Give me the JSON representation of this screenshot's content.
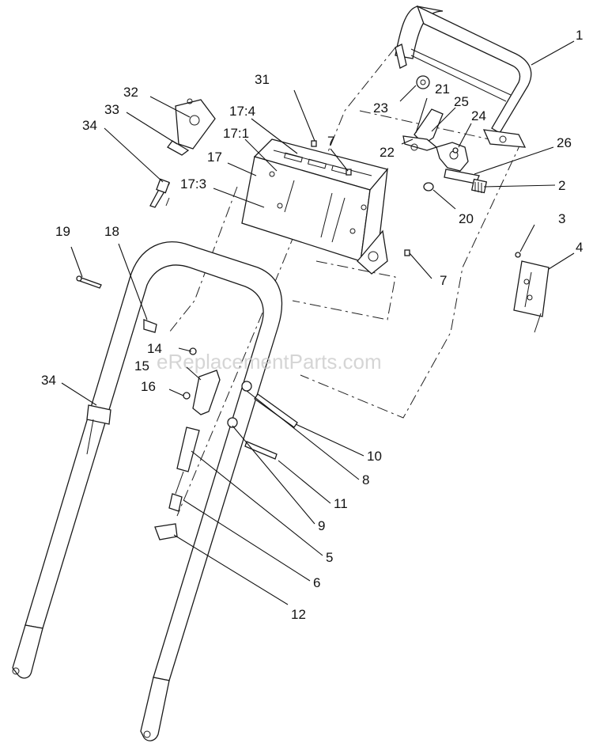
{
  "watermark": "eReplacementParts.com",
  "callouts": [
    {
      "id": "c1",
      "text": "1"
    },
    {
      "id": "c2",
      "text": "2"
    },
    {
      "id": "c3",
      "text": "3"
    },
    {
      "id": "c4",
      "text": "4"
    },
    {
      "id": "c5",
      "text": "5"
    },
    {
      "id": "c6",
      "text": "6"
    },
    {
      "id": "c7a",
      "text": "7"
    },
    {
      "id": "c7b",
      "text": "7"
    },
    {
      "id": "c8",
      "text": "8"
    },
    {
      "id": "c9",
      "text": "9"
    },
    {
      "id": "c10",
      "text": "10"
    },
    {
      "id": "c11",
      "text": "11"
    },
    {
      "id": "c12",
      "text": "12"
    },
    {
      "id": "c14",
      "text": "14"
    },
    {
      "id": "c15",
      "text": "15"
    },
    {
      "id": "c16",
      "text": "16"
    },
    {
      "id": "c17",
      "text": "17"
    },
    {
      "id": "c17_1",
      "text": "17:1"
    },
    {
      "id": "c17_3",
      "text": "17:3"
    },
    {
      "id": "c17_4",
      "text": "17:4"
    },
    {
      "id": "c18",
      "text": "18"
    },
    {
      "id": "c19",
      "text": "19"
    },
    {
      "id": "c20",
      "text": "20"
    },
    {
      "id": "c21",
      "text": "21"
    },
    {
      "id": "c22",
      "text": "22"
    },
    {
      "id": "c23",
      "text": "23"
    },
    {
      "id": "c24",
      "text": "24"
    },
    {
      "id": "c25",
      "text": "25"
    },
    {
      "id": "c26",
      "text": "26"
    },
    {
      "id": "c31",
      "text": "31"
    },
    {
      "id": "c32",
      "text": "32"
    },
    {
      "id": "c33",
      "text": "33"
    },
    {
      "id": "c34a",
      "text": "34"
    },
    {
      "id": "c34b",
      "text": "34"
    }
  ]
}
